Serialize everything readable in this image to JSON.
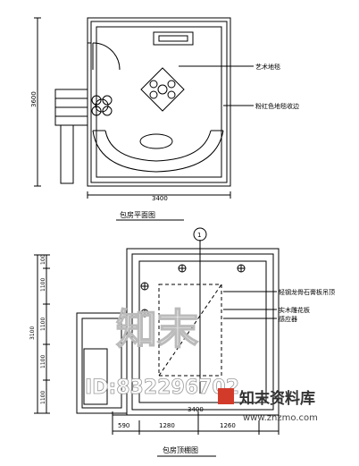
{
  "top_plan": {
    "title": "包房平面图",
    "annotations": [
      "艺术地毯",
      "粉红色地毯收边"
    ],
    "dimensions": {
      "width": "3400",
      "height": "3600"
    }
  },
  "ceiling_plan": {
    "title": "包房顶棚图",
    "grid_bubble": "1",
    "annotations": [
      "轻钢龙骨石膏板吊顶",
      "实木雕花板",
      "感应器"
    ],
    "dimensions": {
      "total_width": "3400",
      "segments": [
        "590",
        "1280",
        "1260"
      ],
      "left_total": "3100",
      "left_segments": [
        "100",
        "1100",
        "1100",
        "1100",
        "1100"
      ]
    }
  },
  "watermark": {
    "logo_text": "知末",
    "brand": "知末资料库",
    "url": "www.znzmo.com",
    "id_text": "ID:832296702"
  },
  "colors": {
    "line": "#000000",
    "watermark": "#cccccc",
    "brand_red": "#d23a2a"
  }
}
